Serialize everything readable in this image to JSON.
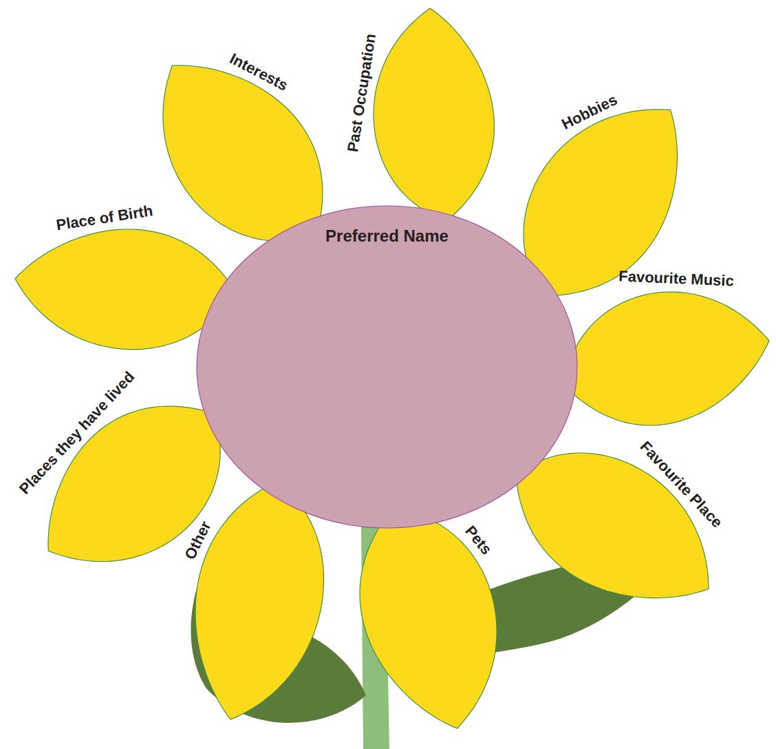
{
  "diagram": {
    "nodes": [
      {
        "text": [
          "Preferred Name"
        ]
      },
      {
        "text": [
          "Interests"
        ]
      },
      {
        "text": [
          "Past Occupation"
        ]
      },
      {
        "text": [
          "Hobbies"
        ]
      },
      {
        "text": [
          "Favourite Music"
        ]
      },
      {
        "text": [
          "Favourite Place"
        ]
      },
      {
        "text": [
          "Pets"
        ]
      },
      {
        "text": [
          "Other"
        ]
      },
      {
        "text": [
          "Places they have lived"
        ]
      },
      {
        "text": [
          "Place of Birth"
        ]
      }
    ]
  }
}
